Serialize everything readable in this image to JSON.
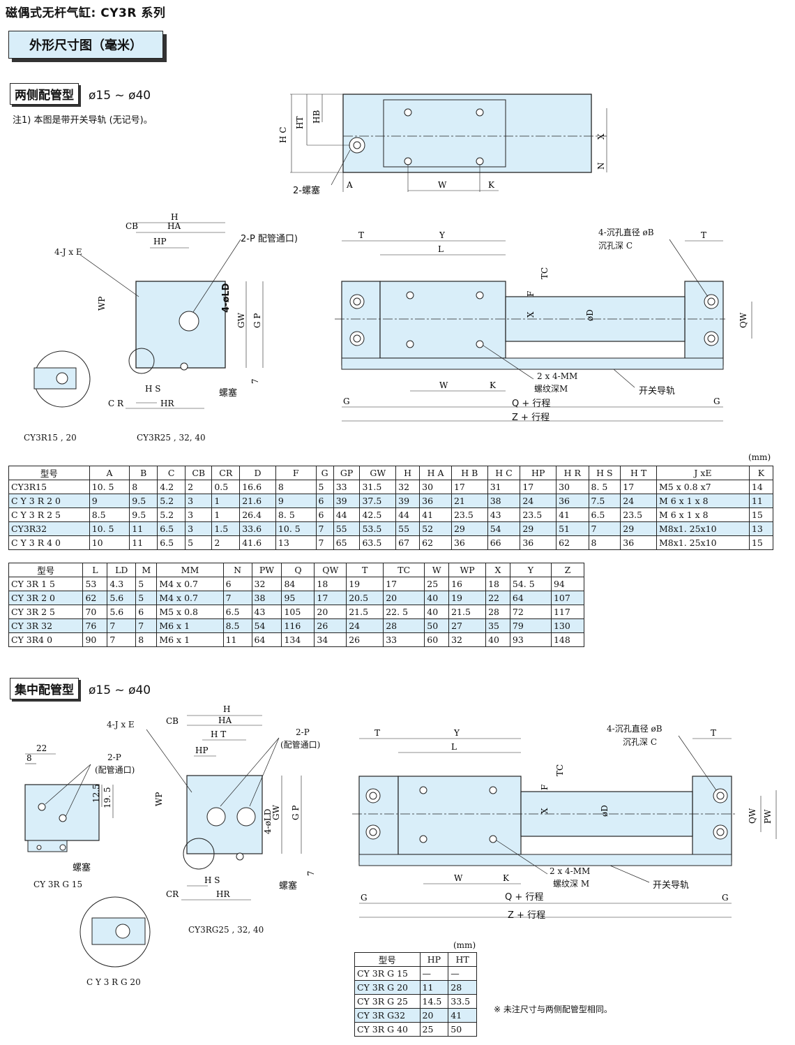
{
  "page_title": "磁偶式无杆气缸: CY3R 系列",
  "tab_label": "外形尺寸图（毫米）",
  "section1": {
    "label": "两侧配管型",
    "range": "ø15 ~ ø40",
    "note": "注1) 本图是带开关导轨 (无记号)。"
  },
  "section2": {
    "label": "集中配管型",
    "range": "ø15 ~ ø40",
    "footnote": "※ 未注尺寸与两侧配管型相同。"
  },
  "labels": {
    "plug_2": "2-螺塞",
    "plug": "螺塞",
    "p_port": "2-P 配管通口)",
    "p_port_b1": "2-P",
    "p_port_b2": "(配管通口)",
    "jxe": "4-J x E",
    "counter1": "4-沉孔直径 øB",
    "counter2": "沉孔深 C",
    "mm1": "2 x 4-MM",
    "mm2": "螺纹深M",
    "mm2b": "螺纹深 M",
    "rail": "开关导轨",
    "q": "Q + 行程",
    "z": "Z + 行程",
    "ld": "4-øLD",
    "cy3r15": "CY3R15   , 20",
    "cy3r25": "CY3R25   , 32, 40",
    "cy3rg15": "CY 3R G 15",
    "cy3rg20": "C Y 3 R G 20",
    "cy3rg25": "CY3RG25    , 32, 40"
  },
  "unit": "(mm)",
  "table1": {
    "headers": [
      "型号",
      "A",
      "B",
      "C",
      "CB",
      "CR",
      "D",
      "F",
      "G",
      "GP",
      "GW",
      "H",
      "H A",
      "H B",
      "H C",
      "HP",
      "H R",
      "H S",
      "H T",
      "J xE",
      "K"
    ],
    "rows": [
      [
        "CY3R15",
        "10. 5",
        "8",
        "4.2",
        "2",
        "0.5",
        "16.6",
        "8",
        "5",
        "33",
        "31.5",
        "32",
        "30",
        "17",
        "31",
        "17",
        "30",
        "8. 5",
        "17",
        "M5  x 0.8  x7",
        "14"
      ],
      [
        "C Y 3 R 2 0",
        "9",
        "9.5",
        "5.2",
        "3",
        "1",
        "21.6",
        "9",
        "6",
        "39",
        "37.5",
        "39",
        "36",
        "21",
        "38",
        "24",
        "36",
        "7.5",
        "24",
        "M 6  x  1 x 8",
        "11"
      ],
      [
        "C Y 3 R 2 5",
        "8.5",
        "9.5",
        "5.2",
        "3",
        "1",
        "26.4",
        "8. 5",
        "6",
        "44",
        "42.5",
        "44",
        "41",
        "23.5",
        "43",
        "23.5",
        "41",
        "6.5",
        "23.5",
        "M 6  x  1 x 8",
        "15"
      ],
      [
        "CY3R32",
        "10. 5",
        "11",
        "6.5",
        "3",
        "1.5",
        "33.6",
        "10. 5",
        "7",
        "55",
        "53.5",
        "55",
        "52",
        "29",
        "54",
        "29",
        "51",
        "7",
        "29",
        "M8x1. 25x10",
        "13"
      ],
      [
        "C Y 3 R 4 0",
        "10",
        "11",
        "6.5",
        "5",
        "2",
        "41.6",
        "13",
        "7",
        "65",
        "63.5",
        "67",
        "62",
        "36",
        "66",
        "36",
        "62",
        "8",
        "36",
        "M8x1. 25x10",
        "15"
      ]
    ]
  },
  "table2": {
    "headers": [
      "型号",
      "L",
      "LD",
      "M",
      "MM",
      "N",
      "PW",
      "Q",
      "QW",
      "T",
      "TC",
      "W",
      "WP",
      "X",
      "Y",
      "Z"
    ],
    "rows": [
      [
        "CY  3R 1 5",
        "53",
        "4.3",
        "5",
        "M4  x  0.7",
        "6",
        "32",
        "84",
        "18",
        "19",
        "17",
        "25",
        "16",
        "18",
        "54. 5",
        "94"
      ],
      [
        "CY  3R 2 0",
        "62",
        "5.6",
        "5",
        "M4  x  0.7",
        "7",
        "38",
        "95",
        "17",
        "20.5",
        "20",
        "40",
        "19",
        "22",
        "64",
        "107"
      ],
      [
        "CY  3R 2 5",
        "70",
        "5.6",
        "6",
        "M5  x  0.8",
        "6.5",
        "43",
        "105",
        "20",
        "21.5",
        "22. 5",
        "40",
        "21.5",
        "28",
        "72",
        "117"
      ],
      [
        "CY  3R 32",
        "76",
        "7",
        "7",
        "M6  x  1",
        "8.5",
        "54",
        "116",
        "26",
        "24",
        "28",
        "50",
        "27",
        "35",
        "79",
        "130"
      ],
      [
        "CY  3R4 0",
        "90",
        "7",
        "8",
        "M6  x  1",
        "11",
        "64",
        "134",
        "34",
        "26",
        "33",
        "60",
        "32",
        "40",
        "93",
        "148"
      ]
    ]
  },
  "table3": {
    "headers": [
      "型号",
      "HP",
      "HT"
    ],
    "rows": [
      [
        "CY  3R G 15",
        "—",
        "—"
      ],
      [
        "CY  3R G 20",
        "11",
        "28"
      ],
      [
        "CY  3R G 25",
        "14.5",
        "33.5"
      ],
      [
        "CY  3R G32",
        "20",
        "41"
      ],
      [
        "CY  3R G 40",
        "25",
        "50"
      ]
    ]
  },
  "colors": {
    "fill": "#d9eef9",
    "line": "#222222"
  }
}
